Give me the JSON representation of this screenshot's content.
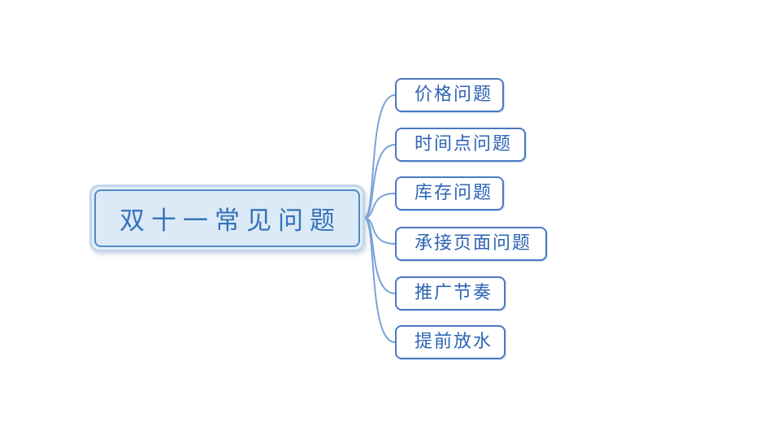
{
  "mindmap": {
    "root": {
      "label": "双十一常见问题",
      "selected": true
    },
    "branches": [
      {
        "label": "价格问题"
      },
      {
        "label": "时间点问题"
      },
      {
        "label": "库存问题"
      },
      {
        "label": "承接页面问题"
      },
      {
        "label": "推广节奏"
      },
      {
        "label": "提前放水"
      }
    ],
    "colors": {
      "canvas_background": "#ffffff",
      "connector_line": "#7aa3d6",
      "root_fill": "#dbeaf6",
      "root_border": "#4f8bc8",
      "root_selection_halo": "#c3d6e8",
      "root_text": "#3673b9",
      "branch_fill": "#ffffff",
      "branch_border": "#4a7ac2",
      "branch_text": "#2d64b4"
    }
  }
}
